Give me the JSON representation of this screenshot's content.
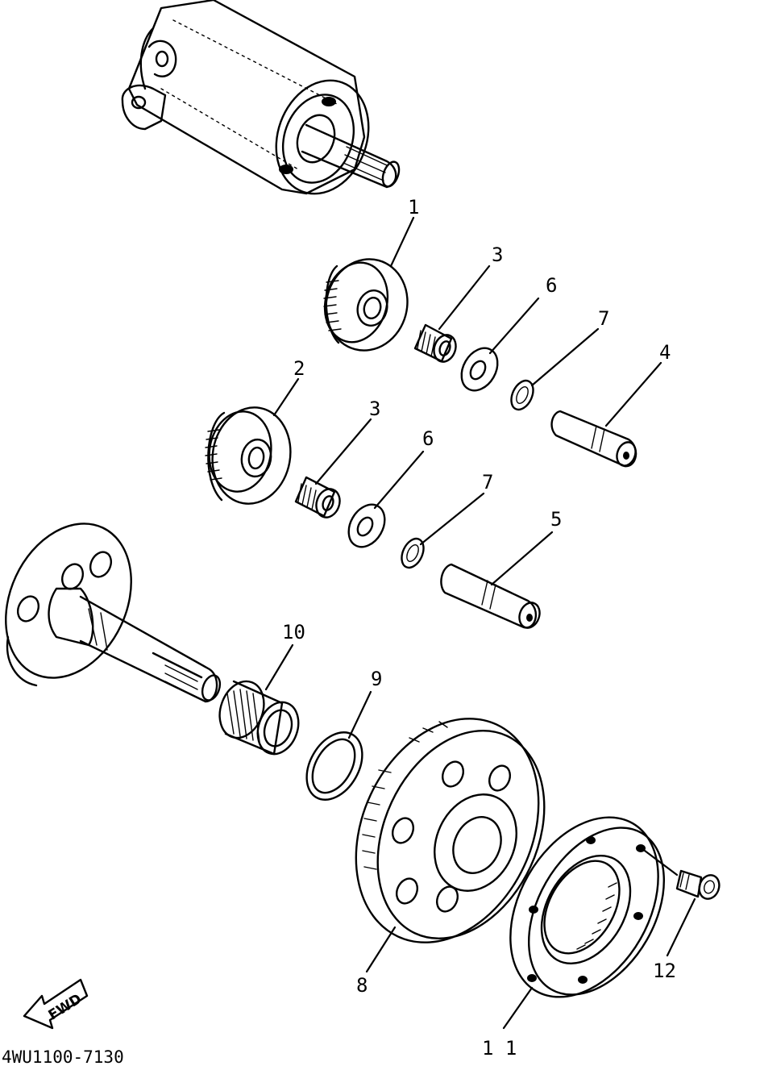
{
  "diagram": {
    "drawing_code": "4WU1100-7130",
    "fwd_label": "FWD",
    "callouts": [
      {
        "id": "c1",
        "label": "1"
      },
      {
        "id": "c2",
        "label": "2"
      },
      {
        "id": "c3a",
        "label": "3"
      },
      {
        "id": "c3b",
        "label": "3"
      },
      {
        "id": "c4",
        "label": "4"
      },
      {
        "id": "c5",
        "label": "5"
      },
      {
        "id": "c6a",
        "label": "6"
      },
      {
        "id": "c6b",
        "label": "6"
      },
      {
        "id": "c7a",
        "label": "7"
      },
      {
        "id": "c7b",
        "label": "7"
      },
      {
        "id": "c8",
        "label": "8"
      },
      {
        "id": "c9",
        "label": "9"
      },
      {
        "id": "c10",
        "label": "10"
      },
      {
        "id": "c11",
        "label": "1 1"
      },
      {
        "id": "c12",
        "label": "12"
      }
    ]
  }
}
